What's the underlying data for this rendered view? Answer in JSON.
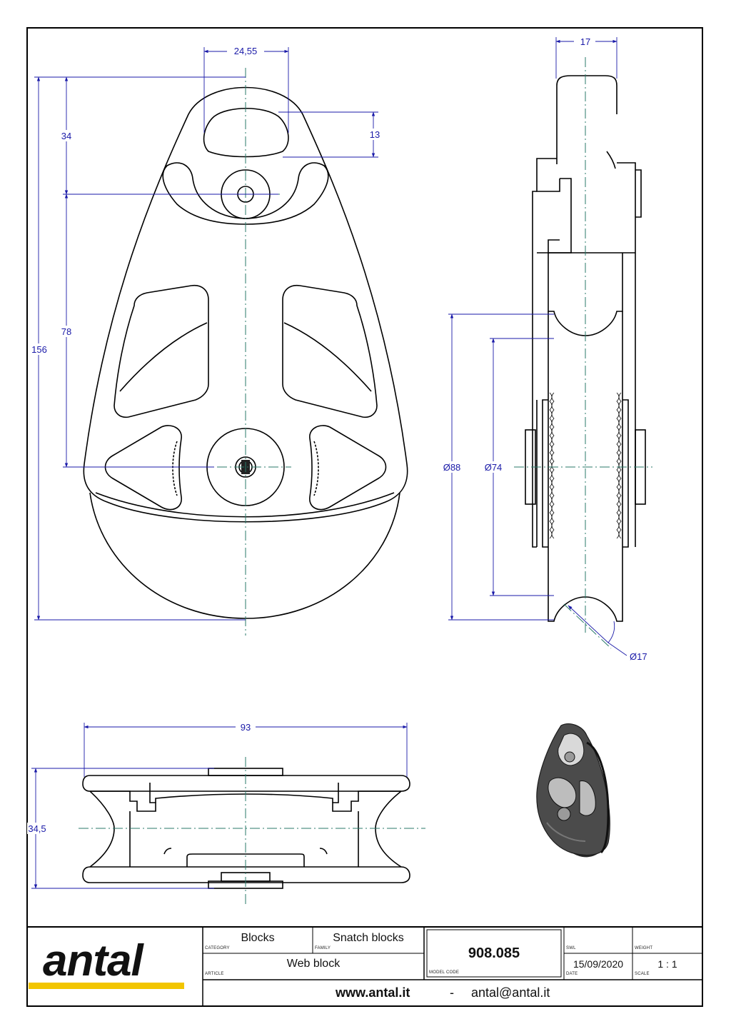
{
  "dimensions": {
    "front": {
      "slot_width": "24,55",
      "slot_height": "13",
      "top_to_axle": "34",
      "axle_to_axle": "78",
      "overall_height": "156"
    },
    "side": {
      "width": "17",
      "sheave_outer": "Ø88",
      "sheave_inner": "Ø74",
      "rope_diameter": "Ø17"
    },
    "top": {
      "length": "93",
      "thickness": "34,5"
    }
  },
  "title_block": {
    "logo": "antal",
    "category_value": "Blocks",
    "category_label": "CATEGORY",
    "family_value": "Snatch blocks",
    "family_label": "FAMILY",
    "article_value": "Web block",
    "article_label": "ARTICLE",
    "model_code_value": "908.085",
    "model_code_label": "MODEL CODE",
    "swl_label": "SWL",
    "swl_value": "",
    "weight_label": "WEIGHT",
    "weight_value": "",
    "date_value": "15/09/2020",
    "date_label": "DATE",
    "scale_value": "1 : 1",
    "scale_label": "SCALE",
    "website": "www.antal.it",
    "separator": "-",
    "email": "antal@antal.it"
  },
  "colors": {
    "line": "#000000",
    "dimension": "#1a1aa8",
    "centerline": "#2a7a6a",
    "logo_accent": "#f2c500"
  }
}
